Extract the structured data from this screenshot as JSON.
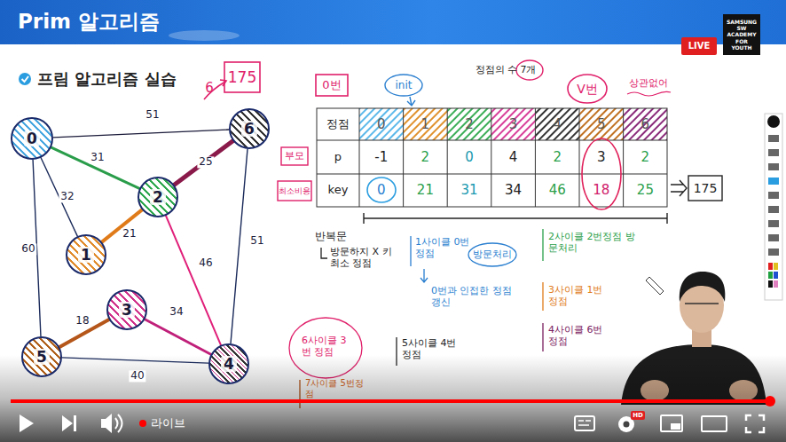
{
  "diagram": {
    "title": "Prim 알고리즘",
    "nodes": [
      {
        "text": [
          "0"
        ]
      },
      {
        "text": [
          "6"
        ]
      },
      {
        "text": [
          "2"
        ]
      },
      {
        "text": [
          "1"
        ]
      },
      {
        "text": [
          "3"
        ]
      },
      {
        "text": [
          "5"
        ]
      },
      {
        "text": [
          "4"
        ]
      }
    ],
    "edges": [
      {
        "from": 0,
        "to": 1,
        "arrow": "none",
        "label": "51"
      },
      {
        "from": 0,
        "to": 2,
        "arrow": "none",
        "label": "31"
      },
      {
        "from": 0,
        "to": 3,
        "arrow": "none",
        "label": "32"
      },
      {
        "from": 0,
        "to": 5,
        "arrow": "none",
        "label": "60"
      },
      {
        "from": 2,
        "to": 3,
        "arrow": "none",
        "label": "21"
      },
      {
        "from": 1,
        "to": 2,
        "arrow": "none",
        "label": "25"
      },
      {
        "from": 2,
        "to": 6,
        "arrow": "none",
        "label": "46"
      },
      {
        "from": 1,
        "to": 6,
        "arrow": "none",
        "label": "51"
      },
      {
        "from": 4,
        "to": 5,
        "arrow": "none",
        "label": "18"
      },
      {
        "from": 4,
        "to": 6,
        "arrow": "none",
        "label": "34"
      },
      {
        "from": 5,
        "to": 6,
        "arrow": "none",
        "label": "40"
      }
    ],
    "labels": [
      "LIVE",
      "SAMSUNG SW ACADEMY FOR YOUTH",
      "프림 알고리즘 실습",
      "6",
      "175",
      "0번",
      "init",
      "정점의 수 7개",
      "V번",
      "상관없어",
      "정점",
      "0",
      "1",
      "2",
      "3",
      "4",
      "5",
      "6",
      "p",
      "-1",
      "2",
      "0",
      "4",
      "2",
      "3",
      "2",
      "key",
      "0",
      "21",
      "31",
      "34",
      "46",
      "18",
      "25",
      "부모",
      "최소비용",
      "175",
      "반복문",
      "방문하지 X 키 최소 정점",
      "1사이클 0번 정점",
      "방문처리",
      "0번과 인접한 정점 갱신",
      "2사이클 2번정점 방문처리",
      "3사이클 1번정점",
      "4사이클 6번정점",
      "5사이클 4번정점",
      "6사이클 3번 정점",
      "7사이클 5번정점",
      "라이브",
      "HD"
    ]
  }
}
